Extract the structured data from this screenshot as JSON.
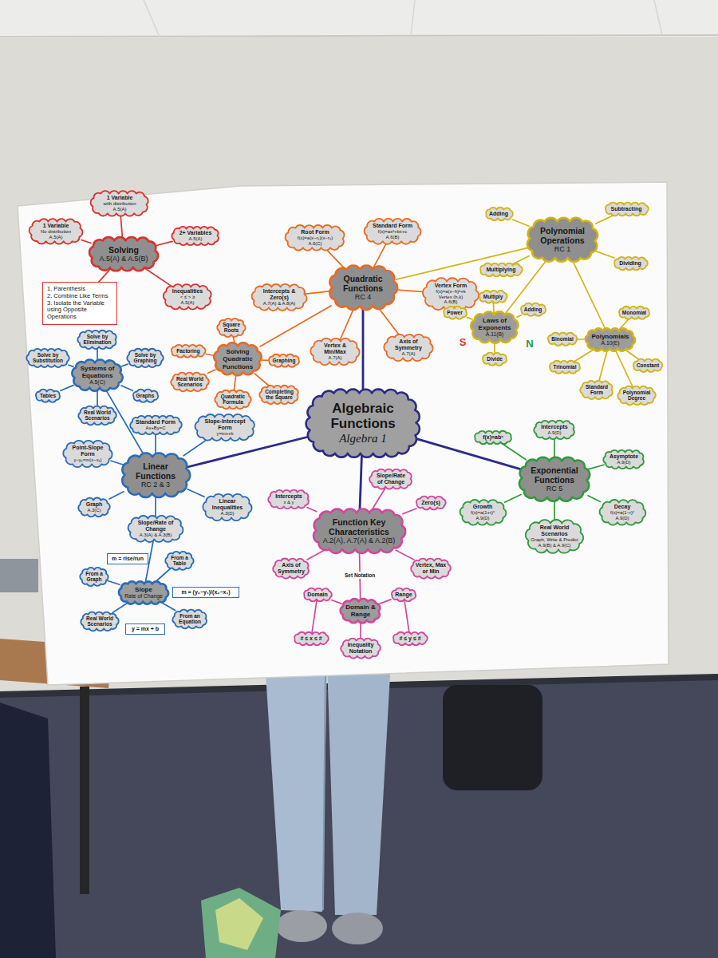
{
  "diagram": {
    "nodes": [
      {
        "text": [
          "Solving",
          "A.5(A) & A.5(B)"
        ]
      },
      {
        "text": [
          "1 Variable",
          "with distribution",
          "A.5(A)"
        ]
      },
      {
        "text": [
          "1 Variable",
          "No distribution",
          "A.5(A)"
        ]
      },
      {
        "text": [
          "2+ Variables",
          "A.5(A)"
        ]
      },
      {
        "text": [
          "Inequalities",
          "< ≤ > ≥",
          "A.5(A)"
        ]
      },
      {
        "text": [
          "1. Parenthesis",
          "2. Combine Like Terms",
          "3. Isolate the Variable using Opposite Operations"
        ]
      },
      {
        "text": [
          "Quadratic Functions",
          "RC 4"
        ]
      },
      {
        "text": [
          "Root Form",
          "f(x)=a(x−r₁)(x−r₂)",
          "A.6(C)"
        ]
      },
      {
        "text": [
          "Standard Form",
          "f(x)=ax²+bx+c",
          "A.6(B)"
        ]
      },
      {
        "text": [
          "Vertex Form",
          "f(x)=a(x−h)²+k",
          "Vertex (h,k)",
          "A.6(B)"
        ]
      },
      {
        "text": [
          "Intercepts & Zero(s)",
          "A.7(A) & A.8(A)"
        ]
      },
      {
        "text": [
          "Vertex & Min/Max",
          "A.7(A)"
        ]
      },
      {
        "text": [
          "Axis of Symmetry",
          "A.7(A)"
        ]
      },
      {
        "text": [
          "Solving Quadratic Functions"
        ]
      },
      {
        "text": [
          "Square Roots"
        ]
      },
      {
        "text": [
          "Factoring"
        ]
      },
      {
        "text": [
          "Graphing"
        ]
      },
      {
        "text": [
          "Real World Scenarios"
        ]
      },
      {
        "text": [
          "Completing the Square"
        ]
      },
      {
        "text": [
          "Quadratic Formula"
        ]
      },
      {
        "text": [
          "Polynomial Operations",
          "RC 1"
        ]
      },
      {
        "text": [
          "Adding"
        ]
      },
      {
        "text": [
          "Subtracting"
        ]
      },
      {
        "text": [
          "Multiplying"
        ]
      },
      {
        "text": [
          "Dividing"
        ]
      },
      {
        "text": [
          "Laws of Exponents",
          "A.11(B)"
        ]
      },
      {
        "text": [
          "Power"
        ]
      },
      {
        "text": [
          "Multiply"
        ]
      },
      {
        "text": [
          "Adding"
        ]
      },
      {
        "text": [
          "Divide"
        ]
      },
      {
        "text": [
          "Polynomials",
          "A.10(E)"
        ]
      },
      {
        "text": [
          "Monomial"
        ]
      },
      {
        "text": [
          "Binomial"
        ]
      },
      {
        "text": [
          "Constant"
        ]
      },
      {
        "text": [
          "Trinomial"
        ]
      },
      {
        "text": [
          "Polynomial Degree"
        ]
      },
      {
        "text": [
          "Standard Form"
        ]
      },
      {
        "text": [
          "Algebraic Functions",
          "Algebra 1"
        ]
      },
      {
        "text": [
          "Linear Functions",
          "RC 2 & 3"
        ]
      },
      {
        "text": [
          "Systems of Equations",
          "A.5(C)"
        ]
      },
      {
        "text": [
          "Solve by Elimination"
        ]
      },
      {
        "text": [
          "Solve by Substitution"
        ]
      },
      {
        "text": [
          "Solve by Graphing"
        ]
      },
      {
        "text": [
          "Tables"
        ]
      },
      {
        "text": [
          "Graphs"
        ]
      },
      {
        "text": [
          "Real World Scenarios"
        ]
      },
      {
        "text": [
          "Standard Form",
          "Ax+By=C"
        ]
      },
      {
        "text": [
          "Point-Slope Form",
          "y−y₁=m(x−x₁)"
        ]
      },
      {
        "text": [
          "Slope-Intercept Form",
          "y=mx+b"
        ]
      },
      {
        "text": [
          "Graph",
          "A.3(C)"
        ]
      },
      {
        "text": [
          "Linear Inequalities",
          "A.3(D)"
        ]
      },
      {
        "text": [
          "Slope/Rate of Change",
          "A.3(A) & A.3(B)"
        ]
      },
      {
        "text": [
          "Slope",
          "Rate of Change"
        ]
      },
      {
        "text": [
          "From a Graph"
        ]
      },
      {
        "text": [
          "From a Table"
        ]
      },
      {
        "text": [
          "Real World Scenarios"
        ]
      },
      {
        "text": [
          "From an Equation"
        ]
      },
      {
        "text": [
          "m = rise/run"
        ]
      },
      {
        "text": [
          "m = (y₂−y₁)/(x₂−x₁)"
        ]
      },
      {
        "text": [
          "y = mx + b"
        ]
      },
      {
        "text": [
          "Function Key Characteristics",
          "A.2(A), A.7(A) & A.2(B)"
        ]
      },
      {
        "text": [
          "Slope/Rate of Change"
        ]
      },
      {
        "text": [
          "Intercepts",
          "x & y"
        ]
      },
      {
        "text": [
          "Zero(s)"
        ]
      },
      {
        "text": [
          "Axis of Symmetry"
        ]
      },
      {
        "text": [
          "Vertex, Max or Min"
        ]
      },
      {
        "text": [
          "Domain & Range"
        ]
      },
      {
        "text": [
          "Domain"
        ]
      },
      {
        "text": [
          "Range"
        ]
      },
      {
        "text": [
          "Inequality Notation"
        ]
      },
      {
        "text": [
          "# ≤ x ≤ #"
        ]
      },
      {
        "text": [
          "# ≤ y ≤ #"
        ]
      },
      {
        "text": [
          "Exponential Functions",
          "RC 5"
        ]
      },
      {
        "text": [
          "f(x)=abˣ"
        ]
      },
      {
        "text": [
          "Intercepts",
          "A.9(D)"
        ]
      },
      {
        "text": [
          "Asymptote",
          "A.9(D)"
        ]
      },
      {
        "text": [
          "Growth",
          "f(x)=a(1+r)ˣ",
          "A.9(D)"
        ]
      },
      {
        "text": [
          "Decay",
          "f(x)=a(1−r)ˣ",
          "A.9(D)"
        ]
      },
      {
        "text": [
          "Real World Scenarios",
          "Graph, Write & Predict",
          "A.9(B) & A.9(C)"
        ]
      }
    ],
    "edges": [
      {
        "from": 0,
        "to": 1,
        "arrow": "none"
      },
      {
        "from": 0,
        "to": 2,
        "arrow": "none"
      },
      {
        "from": 0,
        "to": 3,
        "arrow": "none"
      },
      {
        "from": 0,
        "to": 4,
        "arrow": "none"
      },
      {
        "from": 0,
        "to": 5,
        "arrow": "none"
      },
      {
        "from": 6,
        "to": 7,
        "arrow": "none"
      },
      {
        "from": 6,
        "to": 8,
        "arrow": "none"
      },
      {
        "from": 6,
        "to": 9,
        "arrow": "none"
      },
      {
        "from": 6,
        "to": 10,
        "arrow": "none"
      },
      {
        "from": 6,
        "to": 11,
        "arrow": "none"
      },
      {
        "from": 6,
        "to": 12,
        "arrow": "none"
      },
      {
        "from": 6,
        "to": 13,
        "arrow": "none"
      },
      {
        "from": 13,
        "to": 14,
        "arrow": "none"
      },
      {
        "from": 13,
        "to": 15,
        "arrow": "none"
      },
      {
        "from": 13,
        "to": 16,
        "arrow": "none"
      },
      {
        "from": 13,
        "to": 17,
        "arrow": "none"
      },
      {
        "from": 13,
        "to": 18,
        "arrow": "none"
      },
      {
        "from": 13,
        "to": 19,
        "arrow": "none"
      },
      {
        "from": 6,
        "to": 20,
        "arrow": "none"
      },
      {
        "from": 20,
        "to": 21,
        "arrow": "none"
      },
      {
        "from": 20,
        "to": 22,
        "arrow": "none"
      },
      {
        "from": 20,
        "to": 23,
        "arrow": "none"
      },
      {
        "from": 20,
        "to": 24,
        "arrow": "none"
      },
      {
        "from": 20,
        "to": 25,
        "arrow": "none"
      },
      {
        "from": 20,
        "to": 30,
        "arrow": "none"
      },
      {
        "from": 25,
        "to": 26,
        "arrow": "none"
      },
      {
        "from": 25,
        "to": 27,
        "arrow": "none"
      },
      {
        "from": 25,
        "to": 28,
        "arrow": "none"
      },
      {
        "from": 25,
        "to": 29,
        "arrow": "none"
      },
      {
        "from": 30,
        "to": 31,
        "arrow": "none"
      },
      {
        "from": 30,
        "to": 32,
        "arrow": "none"
      },
      {
        "from": 30,
        "to": 33,
        "arrow": "none"
      },
      {
        "from": 30,
        "to": 34,
        "arrow": "none"
      },
      {
        "from": 30,
        "to": 35,
        "arrow": "none"
      },
      {
        "from": 30,
        "to": 36,
        "arrow": "none"
      },
      {
        "from": 37,
        "to": 6,
        "arrow": "none"
      },
      {
        "from": 37,
        "to": 38,
        "arrow": "none"
      },
      {
        "from": 37,
        "to": 60,
        "arrow": "none"
      },
      {
        "from": 37,
        "to": 72,
        "arrow": "none"
      },
      {
        "from": 38,
        "to": 39,
        "arrow": "none"
      },
      {
        "from": 39,
        "to": 40,
        "arrow": "none"
      },
      {
        "from": 39,
        "to": 41,
        "arrow": "none"
      },
      {
        "from": 39,
        "to": 42,
        "arrow": "none"
      },
      {
        "from": 39,
        "to": 43,
        "arrow": "none"
      },
      {
        "from": 39,
        "to": 44,
        "arrow": "none"
      },
      {
        "from": 39,
        "to": 45,
        "arrow": "none"
      },
      {
        "from": 38,
        "to": 46,
        "arrow": "none"
      },
      {
        "from": 38,
        "to": 47,
        "arrow": "none"
      },
      {
        "from": 38,
        "to": 48,
        "arrow": "none"
      },
      {
        "from": 38,
        "to": 49,
        "arrow": "none"
      },
      {
        "from": 38,
        "to": 50,
        "arrow": "none"
      },
      {
        "from": 38,
        "to": 51,
        "arrow": "none"
      },
      {
        "from": 51,
        "to": 52,
        "arrow": "none"
      },
      {
        "from": 52,
        "to": 53,
        "arrow": "none"
      },
      {
        "from": 52,
        "to": 54,
        "arrow": "none"
      },
      {
        "from": 52,
        "to": 55,
        "arrow": "none"
      },
      {
        "from": 52,
        "to": 56,
        "arrow": "none"
      },
      {
        "from": 60,
        "to": 61,
        "arrow": "none"
      },
      {
        "from": 60,
        "to": 62,
        "arrow": "none"
      },
      {
        "from": 60,
        "to": 63,
        "arrow": "none"
      },
      {
        "from": 60,
        "to": 64,
        "arrow": "none"
      },
      {
        "from": 60,
        "to": 65,
        "arrow": "none"
      },
      {
        "from": 60,
        "to": 66,
        "label": "Set Notation",
        "arrow": "none"
      },
      {
        "from": 66,
        "to": 67,
        "arrow": "none"
      },
      {
        "from": 66,
        "to": 68,
        "arrow": "none"
      },
      {
        "from": 66,
        "to": 69,
        "arrow": "none"
      },
      {
        "from": 67,
        "to": 70,
        "arrow": "none"
      },
      {
        "from": 68,
        "to": 71,
        "arrow": "none"
      },
      {
        "from": 72,
        "to": 73,
        "arrow": "none"
      },
      {
        "from": 72,
        "to": 74,
        "arrow": "none"
      },
      {
        "from": 72,
        "to": 75,
        "arrow": "none"
      },
      {
        "from": 72,
        "to": 76,
        "arrow": "none"
      },
      {
        "from": 72,
        "to": 77,
        "arrow": "none"
      },
      {
        "from": 72,
        "to": 78,
        "arrow": "none"
      }
    ],
    "labels": [
      "S",
      "N"
    ]
  }
}
